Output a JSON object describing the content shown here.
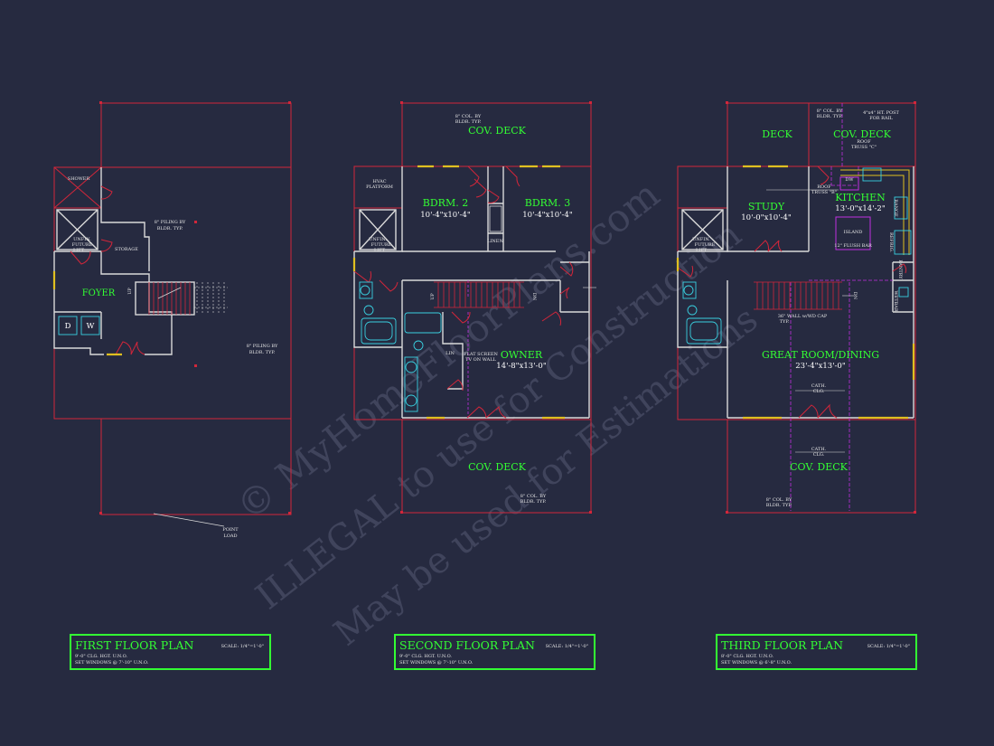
{
  "watermark": {
    "line1": "© MyHomeFloorPlans.com",
    "line2": "ILLEGAL to use for Construction",
    "line3": "May be used for Estimations"
  },
  "first_floor": {
    "rooms": {
      "foyer": "FOYER",
      "storage": "STORAGE",
      "shower": "SHOWER",
      "unfin": "UNFIN.",
      "future": "FUTURE",
      "lift": "LIFT",
      "washer": "W",
      "dryer": "D",
      "up": "UP"
    },
    "notes": {
      "piling_1a": "8\" PILING BY",
      "piling_1b": "BLDR. TYP.",
      "piling_2a": "8\" PILING BY",
      "piling_2b": "BLDR. TYP.",
      "point_a": "POINT",
      "point_b": "LOAD"
    },
    "title": {
      "name": "FIRST FLOOR PLAN",
      "scale": "SCALE: 1/4\"=1'-0\"",
      "note1": "9'-0\" CLG. HGT. U.N.O.",
      "note2": "SET WINDOWS @ 7'-10\" U.N.O."
    }
  },
  "second_floor": {
    "rooms": {
      "cov_deck_top": "COV. DECK",
      "cov_deck_bottom": "COV. DECK",
      "bdrm2": "BDRM. 2",
      "bdrm2_dim": "10'-4\"x10'-4\"",
      "bdrm3": "BDRM. 3",
      "bdrm3_dim": "10'-4\"x10'-4\"",
      "owner": "OWNER",
      "owner_dim": "14'-8\"x13'-0\"",
      "linen": "LINEN",
      "lin": "LIN",
      "unfin": "UNFIN.",
      "future": "FUTURE",
      "lift": "LIFT",
      "up": "UP",
      "dn": "DN"
    },
    "notes": {
      "hvac_a": "HVAC",
      "hvac_b": "PLATFORM",
      "col_top_a": "8\" COL. BY",
      "col_top_b": "BLDR. TYP.",
      "col_bot_a": "8\" COL. BY",
      "col_bot_b": "BLDR. TYP.",
      "tv_a": "FLAT SCREEN",
      "tv_b": "TV ON WALL"
    },
    "title": {
      "name": "SECOND FLOOR PLAN",
      "scale": "SCALE: 1/4\"=1'-0\"",
      "note1": "9'-0\" CLG. HGT. U.N.O.",
      "note2": "SET WINDOWS @ 7'-10\" U.N.O."
    }
  },
  "third_floor": {
    "rooms": {
      "deck": "DECK",
      "cov_deck_top": "COV. DECK",
      "cov_deck_bottom": "COV. DECK",
      "study": "STUDY",
      "study_dim": "10'-0\"x10'-4\"",
      "kitchen": "KITCHEN",
      "kitchen_dim": "13'-0\"x14'-2\"",
      "great_room": "GREAT ROOM/DINING",
      "great_room_dim": "23'-4\"x13'-0\"",
      "island": "ISLAND",
      "flush_bar": "12\" FLUSH BAR",
      "dw": "DW",
      "range": "RANGE",
      "refrig": "REFRIG.",
      "pantry": "PANTRY",
      "wetbar": "WETBAR",
      "unfin": "UNFIN.",
      "future": "FUTURE",
      "lift": "LIFT",
      "dn": "DN"
    },
    "notes": {
      "col_top_a": "8\" COL. BY",
      "col_top_b": "BLDR. TYP.",
      "post_a": "4\"x4\" HT. POST",
      "post_b": "FOR RAIL",
      "roof_c_a": "ROOF",
      "roof_c_b": "TRUSS \"C\"",
      "roof_b_a": "ROOF",
      "roof_b_b": "TRUSS \"B\"",
      "wall_a": "36\" WALL w/WD CAP",
      "wall_b": "TYP.",
      "cath1_a": "CATH.",
      "cath1_b": "CLG.",
      "cath2_a": "CATH.",
      "cath2_b": "CLG.",
      "col_bot_a": "8\" COL. BY",
      "col_bot_b": "BLDR. TYP."
    },
    "title": {
      "name": "THIRD FLOOR PLAN",
      "scale": "SCALE: 1/4\"=1'-0\"",
      "note1": "8'-0\" CLG. HGT. U.N.O.",
      "note2": "SET WINDOWS @ 6'-8\" U.N.O."
    }
  },
  "colors": {
    "background": "#262a40",
    "wall": "#d9d9d9",
    "outline_red": "#d2263a",
    "label_green": "#33ff33",
    "fixture_cyan": "#39d0e0",
    "window_yellow": "#e0c020",
    "ceiling_magenta": "#c030e0"
  }
}
